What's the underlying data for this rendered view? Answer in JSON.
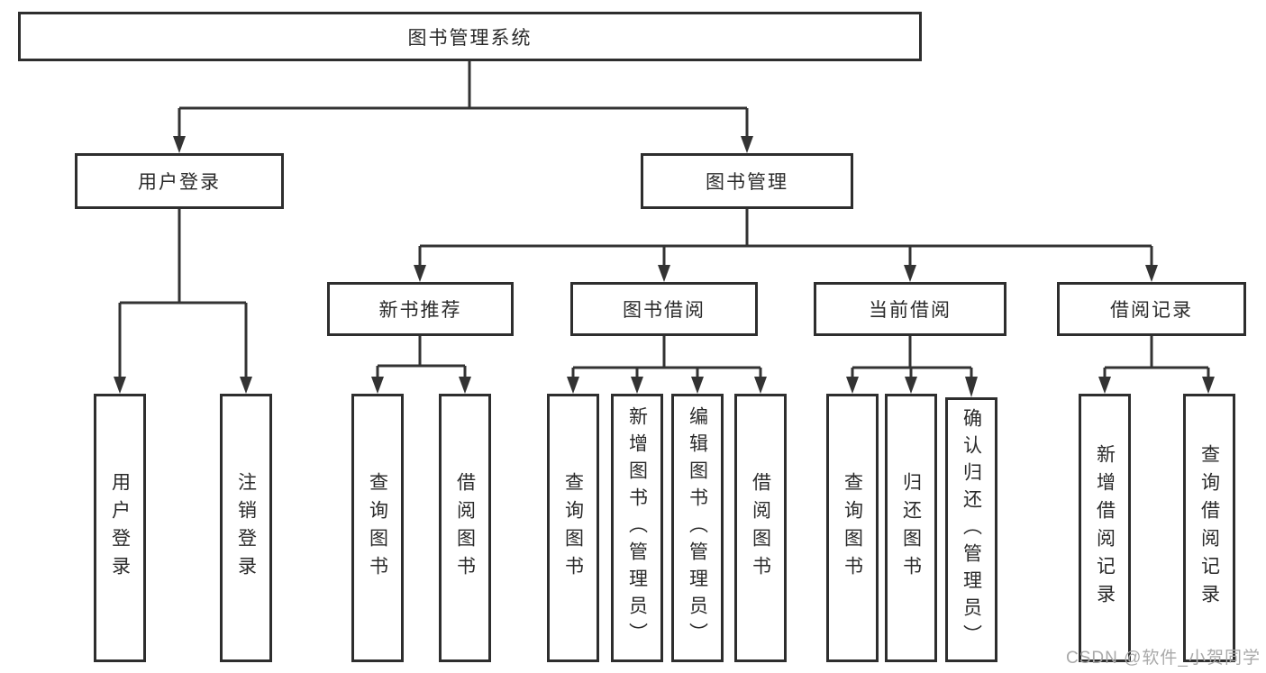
{
  "diagram": {
    "title": "图书管理系统",
    "root": {
      "label": "图书管理系统"
    },
    "branches": [
      {
        "label": "用户登录",
        "children": [
          {
            "label": "用户登录"
          },
          {
            "label": "注销登录"
          }
        ]
      },
      {
        "label": "图书管理",
        "children": [
          {
            "label": "新书推荐",
            "children": [
              {
                "label": "查询图书"
              },
              {
                "label": "借阅图书"
              }
            ]
          },
          {
            "label": "图书借阅",
            "children": [
              {
                "label": "查询图书"
              },
              {
                "label": "新增图书（管理员）"
              },
              {
                "label": "编辑图书（管理员）"
              },
              {
                "label": "借阅图书"
              }
            ]
          },
          {
            "label": "当前借阅",
            "children": [
              {
                "label": "查询图书"
              },
              {
                "label": "归还图书"
              },
              {
                "label": "确认归还（管理员）"
              }
            ]
          },
          {
            "label": "借阅记录",
            "children": [
              {
                "label": "新增借阅记录"
              },
              {
                "label": "查询借阅记录"
              }
            ]
          }
        ]
      }
    ]
  },
  "colors": {
    "line": "#333333",
    "border": "#2e2e2e",
    "text": "#2a2a2a",
    "watermark": "#a9a9a9",
    "background": "#ffffff"
  },
  "watermark": {
    "text": "CSDN @软件_小贺同学"
  }
}
